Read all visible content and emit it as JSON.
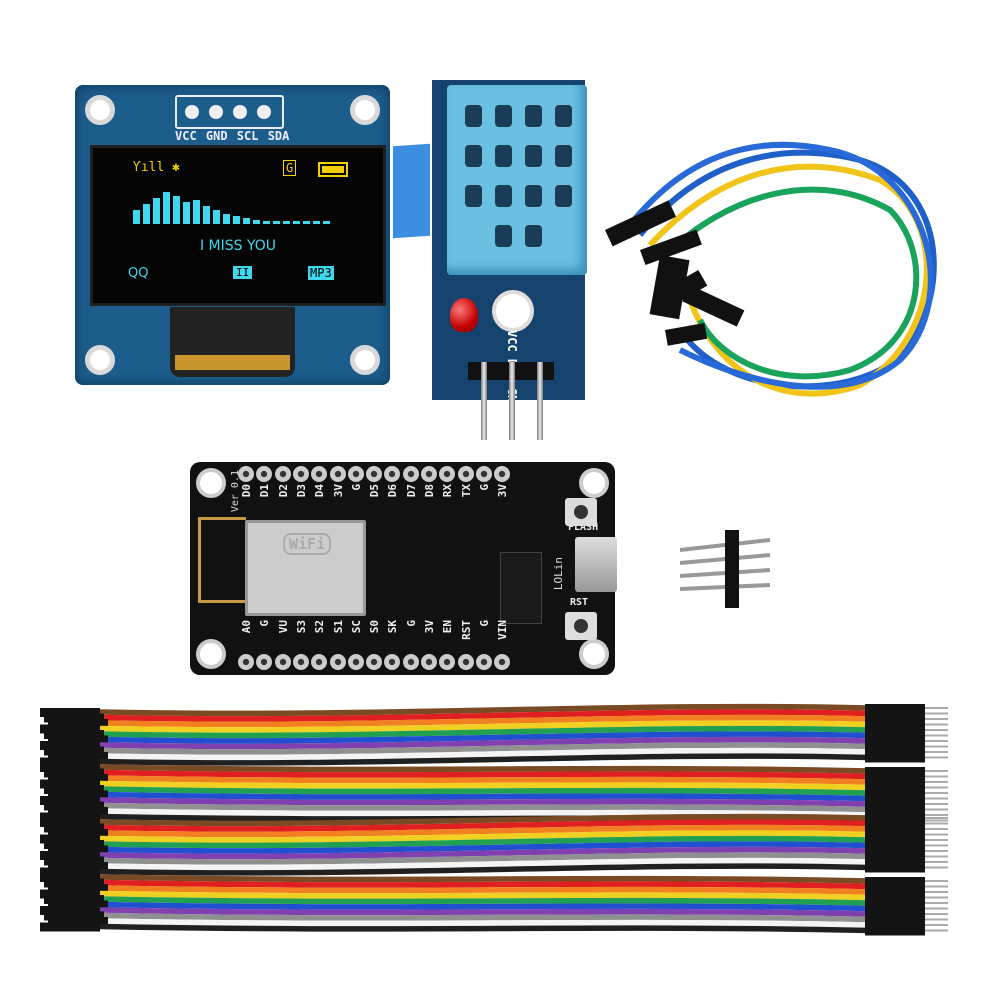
{
  "oled": {
    "pin_labels": "VCC GND SCL SDA",
    "status_icons": "Ƴıll  ✱",
    "gps_icon": "G",
    "message": "I MISS YOU",
    "left_label": "QQ",
    "pause_label": "II",
    "right_label": "MP3",
    "colors": {
      "yellow": "#f5d000",
      "cyan": "#3fd8ee",
      "pcb": "#1c5d8c"
    }
  },
  "dht": {
    "pin_labels": "VCC DAT GND",
    "colors": {
      "sensor": "#6bbfe0",
      "led": "#d00000"
    }
  },
  "nodemcu": {
    "version": "Ver 0.1",
    "wifi_logo": "WiFi",
    "flash_label": "FLASH",
    "rst_label": "RST",
    "brand": "LOLin",
    "top_pins": [
      "D0",
      "D1",
      "D2",
      "D3",
      "D4",
      "3V",
      "G",
      "D5",
      "D6",
      "D7",
      "D8",
      "RX",
      "TX",
      "G",
      "3V"
    ],
    "bottom_pins": [
      "A0",
      "G",
      "VU",
      "S3",
      "S2",
      "S1",
      "SC",
      "S0",
      "SK",
      "G",
      "3V",
      "EN",
      "RST",
      "G",
      "VIN"
    ]
  },
  "dupont_loop_colors": [
    "#1f5fc8",
    "#f0c419",
    "#1aa35a",
    "#2a6ad8"
  ],
  "ribbon_colors": [
    "#7a4a25",
    "#e02020",
    "#f08020",
    "#f0d020",
    "#20a050",
    "#2050d0",
    "#8040b0",
    "#909090",
    "#f4f4f4",
    "#202020"
  ]
}
